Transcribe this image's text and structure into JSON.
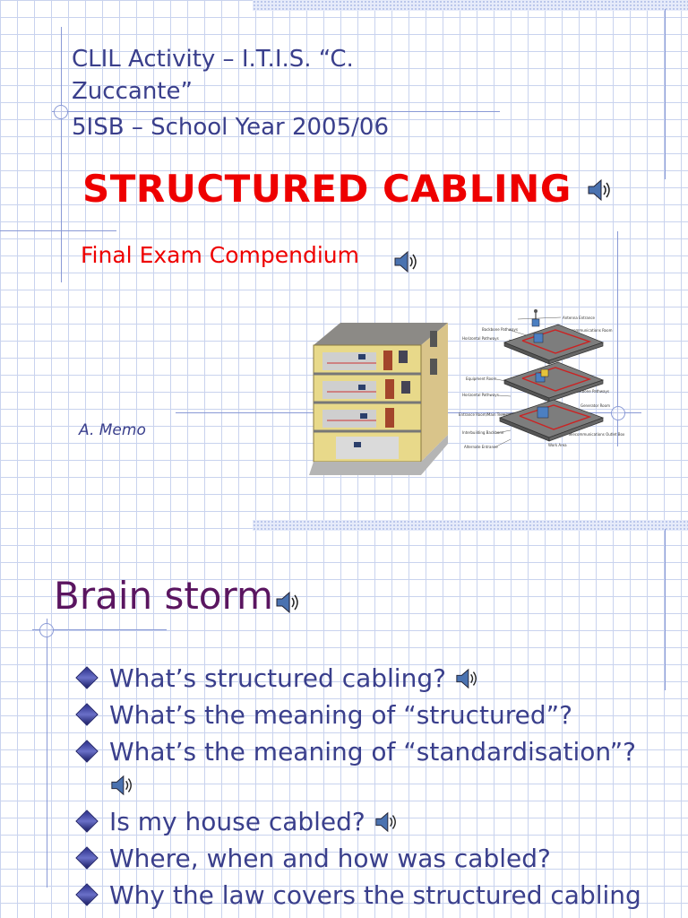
{
  "slide1": {
    "line1": "CLIL Activity – I.T.I.S. “C. Zuccante”",
    "line2": "5ISB – School Year 2005/06",
    "title": "STRUCTURED CABLING",
    "subtitle": "Final Exam Compendium",
    "author": "A. Memo"
  },
  "slide2": {
    "heading": "Brain storm",
    "questions": [
      "What’s structured cabling?",
      "What’s the meaning of “structured”?",
      "What’s the meaning of “standardisation”?",
      "Is my house cabled?",
      "Where, when and how was cabled?",
      "Why the law covers the structured cabling cabling?"
    ]
  },
  "diagram_labels": [
    "Antenna Entrance",
    "Backbone Pathways",
    "Telecommunications Room",
    "Horizontal Pathways",
    "Equipment Room",
    "Backbone Pathways",
    "Horizontal Pathways",
    "Entrance Room/Main Terminal Space",
    "Generator Room",
    "Interbuilding Backbone",
    "Telecommunications Outlet Box",
    "Alternate Entrance",
    "Work Area"
  ],
  "colors": {
    "title": "#ee0000",
    "text": "#3a3f8c",
    "heading": "#5a1560",
    "grid": "#c9d3ee"
  },
  "icons": [
    "speaker-icon",
    "diamond-bullet-icon",
    "building-cutaway-image",
    "cabling-diagram-image"
  ]
}
